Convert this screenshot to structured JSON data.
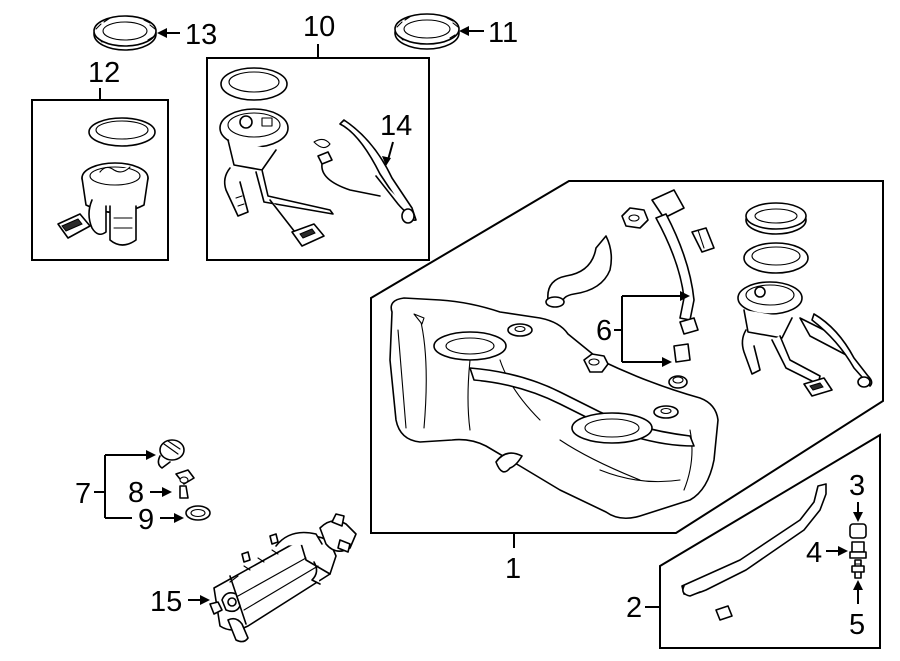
{
  "callouts": {
    "c1": "1",
    "c2": "2",
    "c3": "3",
    "c4": "4",
    "c5": "5",
    "c6": "6",
    "c7": "7",
    "c8": "8",
    "c9": "9",
    "c10": "10",
    "c11": "11",
    "c12": "12",
    "c13": "13",
    "c14": "14",
    "c15": "15"
  }
}
